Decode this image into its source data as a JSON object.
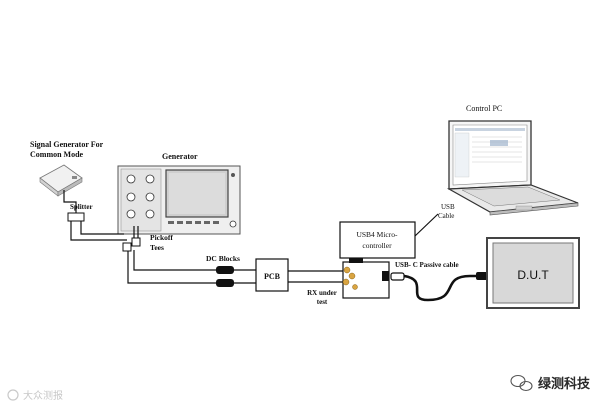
{
  "labels": {
    "siggen_line1": "Signal Generator For",
    "siggen_line2": "Common Mode",
    "generator": "Generator",
    "splitter": "Splitter",
    "pickoff_line1": "Pickoff",
    "pickoff_line2": "Tees",
    "dc_blocks": "DC Blocks",
    "pcb": "PCB",
    "rx_line1": "RX under",
    "rx_line2": "test",
    "usb4_line1": "USB4 Micro-",
    "usb4_line2": "controller",
    "control_pc": "Control PC",
    "usb_cable_line1": "USB",
    "usb_cable_line2": "Cable",
    "usbc_cable": "USB- C Passive cable",
    "dut": "D.U.T"
  },
  "watermarks": {
    "left": "大众测报",
    "right": "绿测科技"
  },
  "colors": {
    "line": "#111111",
    "connector": "#d9a441",
    "screen_frame": "#444444"
  }
}
